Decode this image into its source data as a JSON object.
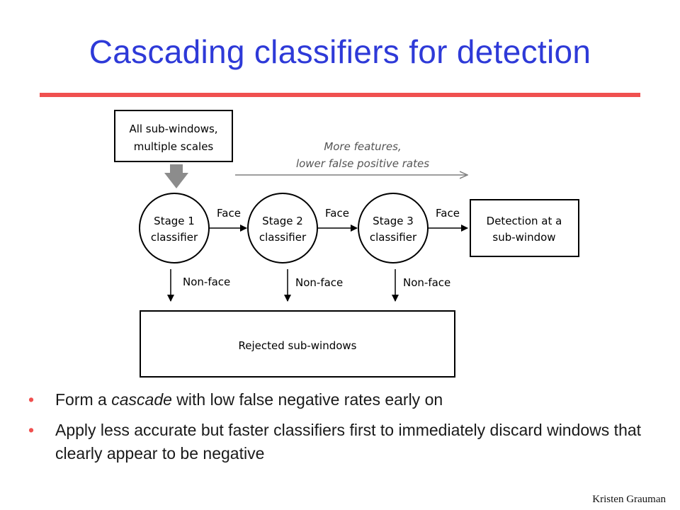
{
  "slide": {
    "title": "Cascading classifiers for detection",
    "credit": "Kristen Grauman"
  },
  "diagram": {
    "input_box": {
      "line1": "All sub-windows,",
      "line2": "multiple scales"
    },
    "trend_note": {
      "line1": "More features,",
      "line2": "lower false positive rates"
    },
    "stages": [
      {
        "line1": "Stage 1",
        "line2": "classifier"
      },
      {
        "line1": "Stage 2",
        "line2": "classifier"
      },
      {
        "line1": "Stage 3",
        "line2": "classifier"
      }
    ],
    "face_label": "Face",
    "nonface_label": "Non-face",
    "detection_box": {
      "line1": "Detection at a",
      "line2": "sub-window"
    },
    "rejected_box": "Rejected sub-windows"
  },
  "bullets": [
    {
      "before": "Form a ",
      "emph": "cascade",
      "after": " with low false negative rates early on"
    },
    {
      "before": "Apply less accurate but faster classifiers first to immediately discard windows that clearly appear to be negative",
      "emph": "",
      "after": ""
    }
  ],
  "colors": {
    "title": "#2e3ad8",
    "rule": "#f0504f",
    "bullet": "#f0504f",
    "trend_arrow": "#7f7f7f"
  }
}
